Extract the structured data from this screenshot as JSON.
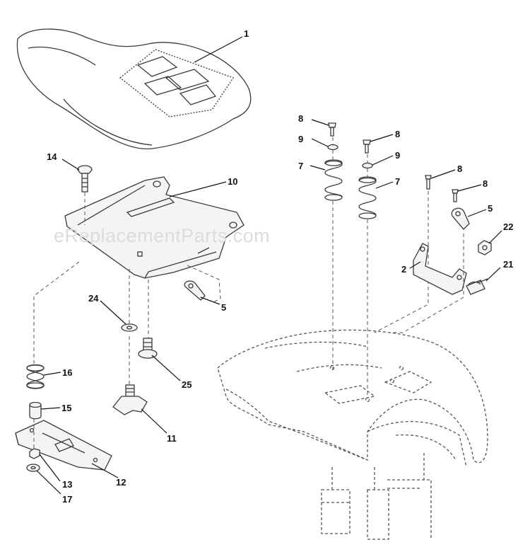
{
  "watermark": "eReplacementParts.com",
  "callouts": [
    "1",
    "14",
    "10",
    "24",
    "5",
    "25",
    "16",
    "15",
    "11",
    "13",
    "12",
    "17",
    "8",
    "9",
    "7",
    "8",
    "9",
    "7",
    "8",
    "8",
    "5",
    "22",
    "2",
    "21"
  ]
}
